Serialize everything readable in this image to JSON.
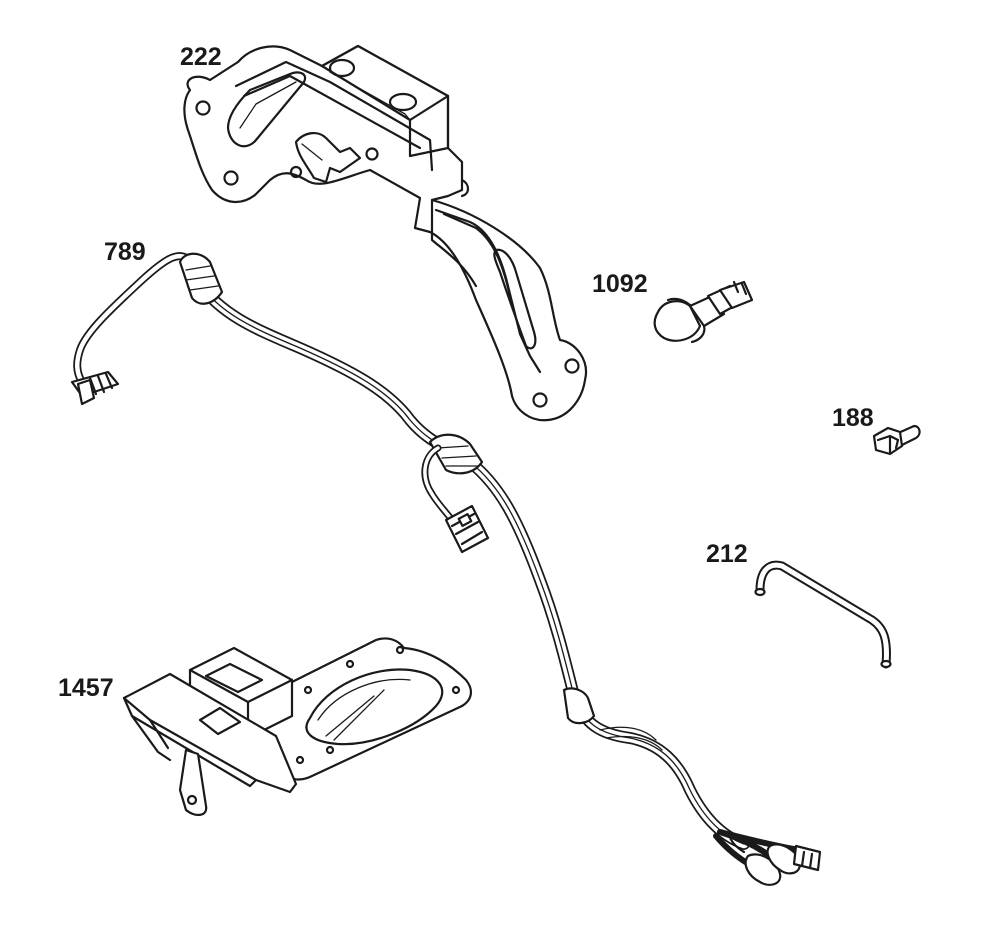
{
  "parts": [
    {
      "id": "bracket",
      "label": "222"
    },
    {
      "id": "wire-harness",
      "label": "789"
    },
    {
      "id": "clip",
      "label": "1092"
    },
    {
      "id": "screw",
      "label": "188"
    },
    {
      "id": "wire-form",
      "label": "212"
    },
    {
      "id": "switch-plate",
      "label": "1457"
    }
  ],
  "colors": {
    "line": "#1a1a1a",
    "background": "#ffffff"
  }
}
